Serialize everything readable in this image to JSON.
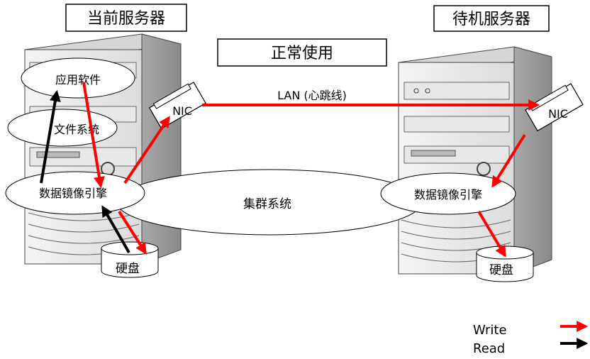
{
  "labels": {
    "current_server": "当前服务器",
    "standby_server": "待机服务器",
    "normal_use": "正常使用",
    "lan": "LAN (心跳线)",
    "cluster_system": "集群系统",
    "app_software": "应用软件",
    "file_system": "文件系统",
    "mirror_engine_left": "数据镜像引擎",
    "mirror_engine_right": "数据镜像引擎",
    "disk_left": "硬盘",
    "disk_right": "硬盘",
    "nic_left": "NIC",
    "nic_right": "NIC"
  },
  "legend": {
    "write": "Write",
    "read": "Read"
  },
  "colors": {
    "write": "#ff0000",
    "read": "#000000"
  }
}
